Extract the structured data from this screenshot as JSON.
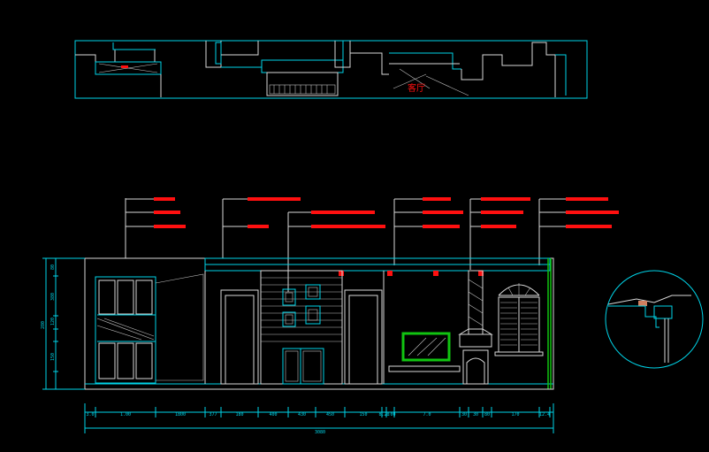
{
  "drawing": {
    "background": "#000000",
    "line_color": "#00d4e8",
    "annotation_color": "#ff1010",
    "screen_color": "#11c411"
  },
  "plan_view": {
    "room_tag": "客厅"
  },
  "elevation": {
    "bottom_dimensions": [
      "3.0",
      "1.00",
      "1800",
      "377",
      "180",
      "400",
      "430",
      "450",
      "150",
      "8.20",
      "1.00",
      "7.0",
      "30",
      "30",
      "80",
      "170",
      "12.4"
    ],
    "total_dimension": "3080",
    "left_dimensions": [
      "80",
      "380",
      "120",
      "150",
      "280"
    ]
  }
}
